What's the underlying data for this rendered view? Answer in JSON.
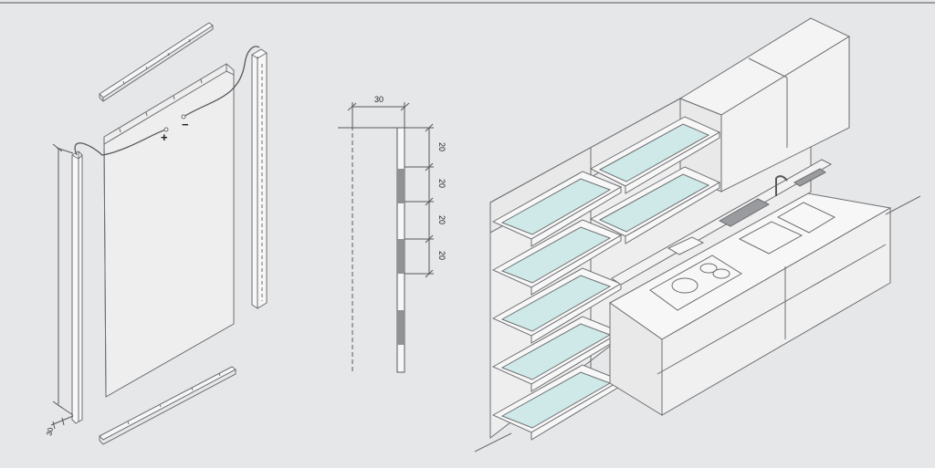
{
  "colors": {
    "background": "#e6e7e8",
    "line": "#6d6e71",
    "light_line": "#9a9b9e",
    "panel_fill": "#f7f7f7",
    "glass_fill": "#cfe9e8",
    "top_rule": "#9c9ea1"
  },
  "panel_exploded": {
    "plus_label": "+",
    "minus_label": "−",
    "width_label": "30"
  },
  "section_detail": {
    "top_label": "30",
    "spacings": [
      "20",
      "20",
      "20",
      "20"
    ]
  }
}
